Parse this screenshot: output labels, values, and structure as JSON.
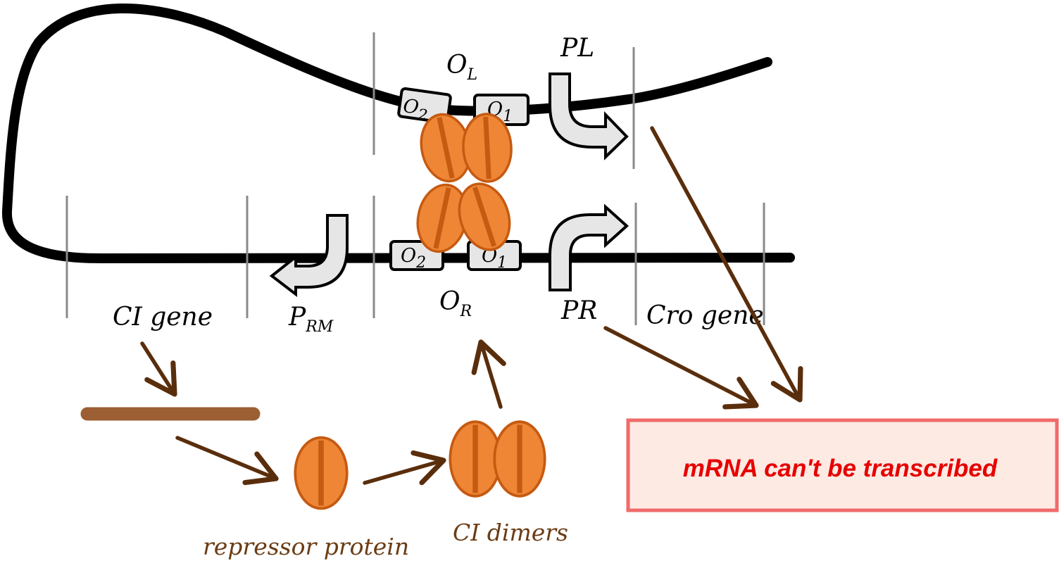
{
  "colors": {
    "dna": "#000000",
    "divider": "#8a8a8a",
    "arrow": "#5a2e0c",
    "protein_fill": "#ee8636",
    "protein_stroke": "#c55a11",
    "mrna_bar": "#9c5f33",
    "promoter_fill": "#e6e6e6",
    "label_brown": "#6b3c14",
    "box_fill": "#fdeae3",
    "box_border": "#ef6b6b",
    "box_text": "#e60000"
  },
  "operators": {
    "OL": {
      "main": "O",
      "sub": "L"
    },
    "OR": {
      "main": "O",
      "sub": "R"
    },
    "sites": {
      "o2": {
        "main": "O",
        "sub": "2"
      },
      "o1": {
        "main": "O",
        "sub": "1"
      }
    }
  },
  "promoters": {
    "PL": "PL",
    "PR": "PR",
    "PRM": {
      "main": "P",
      "sub": "RM"
    }
  },
  "genes": {
    "ci": "CI gene",
    "cro": "Cro gene"
  },
  "products": {
    "repressor": "repressor protein",
    "dimers": "CI dimers"
  },
  "result_box": {
    "text": "mRNA can't be transcribed"
  }
}
